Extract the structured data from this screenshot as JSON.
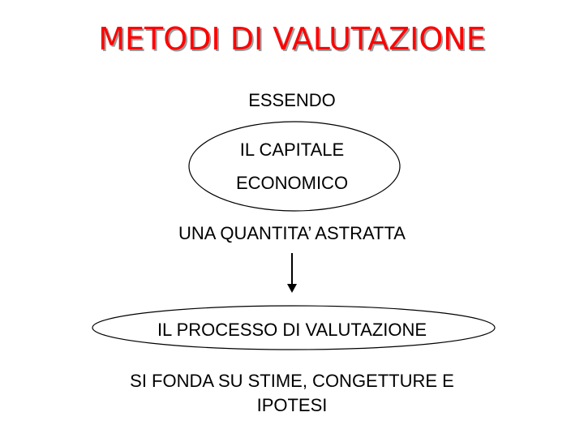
{
  "title": "METODI DI VALUTAZIONE",
  "colors": {
    "title": "#ff0000",
    "title_shadow": "#9a9a9a",
    "text": "#000000",
    "shapes": "#000000"
  },
  "diagram": {
    "intro": "ESSENDO",
    "ellipse_top": {
      "line1": "IL CAPITALE",
      "line2": "ECONOMICO"
    },
    "middle": "UNA QUANTITA’ ASTRATTA",
    "arrow_icon": "arrow-down-icon",
    "ellipse_bottom": "IL PROCESSO DI VALUTAZIONE",
    "conclusion": {
      "line1": "SI FONDA SU STIME, CONGETTURE E",
      "line2": "IPOTESI"
    }
  }
}
